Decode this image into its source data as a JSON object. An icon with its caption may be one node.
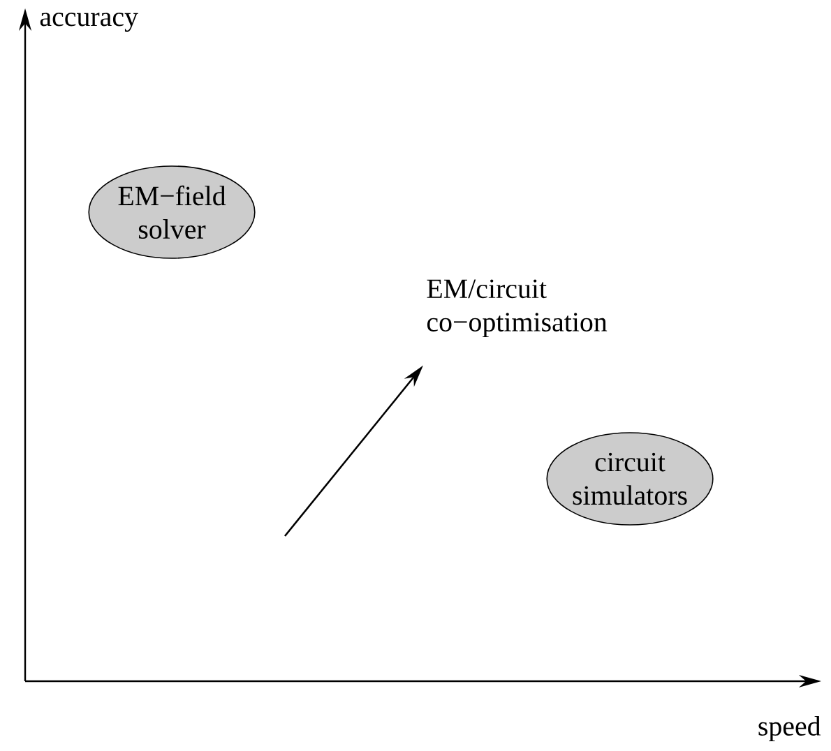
{
  "diagram": {
    "nodes": [
      {
        "text": [
          "EM−field solver"
        ]
      },
      {
        "text": [
          "circuit simulators"
        ]
      },
      {
        "text": [
          "EM/circuit co−optimisation"
        ]
      }
    ],
    "edges": [
      {
        "from": null,
        "to": 2,
        "arrow": "to"
      }
    ],
    "labels": [
      "accuracy",
      "speed"
    ]
  }
}
